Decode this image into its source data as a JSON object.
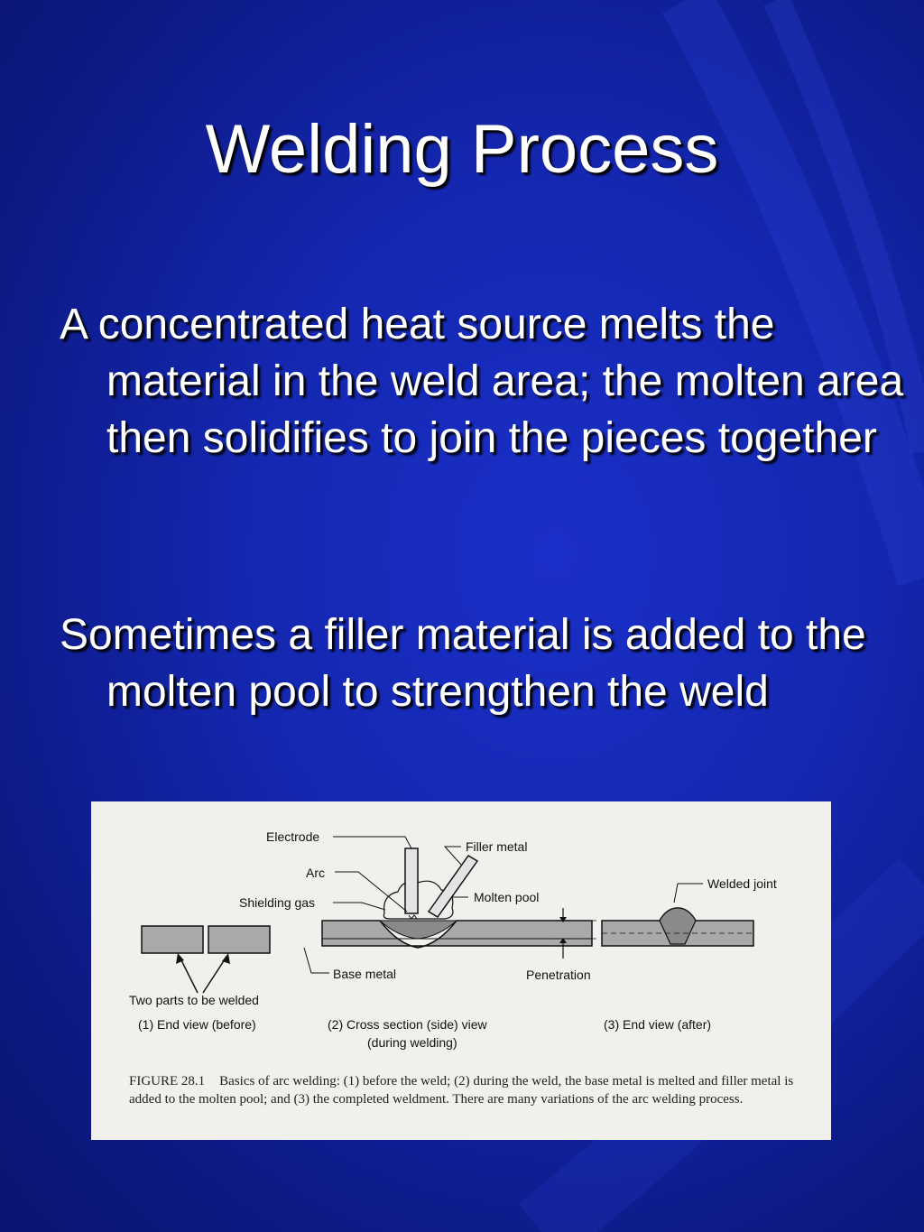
{
  "slide": {
    "title": "Welding Process",
    "bullets": [
      "A concentrated heat source melts the material in the weld area; the molten area then solidifies to join the pieces together",
      "Sometimes a filler material is added to the molten pool to strengthen the weld"
    ]
  },
  "figure": {
    "labels": {
      "electrode": "Electrode",
      "filler_metal": "Filler metal",
      "arc": "Arc",
      "molten_pool": "Molten pool",
      "shielding_gas": "Shielding gas",
      "welded_joint": "Welded joint",
      "base_metal": "Base metal",
      "penetration": "Penetration",
      "two_parts": "Two parts to be welded"
    },
    "views": {
      "view1": "(1) End view (before)",
      "view2_line1": "(2) Cross section (side) view",
      "view2_line2": "(during welding)",
      "view3": "(3) End view (after)"
    },
    "caption_label": "FIGURE 28.1",
    "caption_text": "Basics of arc welding: (1) before the weld; (2) during the weld, the base metal is melted and filler metal is added to the molten pool; and (3) the completed weldment. There are many variations of the arc welding process.",
    "colors": {
      "metal_fill": "#a9a9a9",
      "line": "#111111"
    }
  }
}
